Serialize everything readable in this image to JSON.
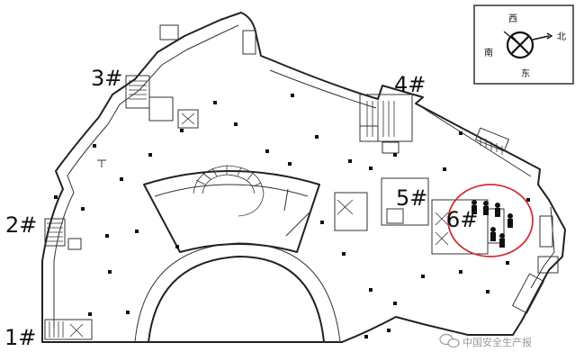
{
  "elevator_labels": [
    "1#",
    "2#",
    "3#",
    "4#",
    "5#",
    "6#"
  ],
  "compass": {
    "west": "西",
    "south": "南",
    "east": "东",
    "north": "北"
  },
  "watermark": "中国安全生产报",
  "colors": {
    "highlight": "#d03030",
    "line": "#222222",
    "watermark": "#9a9a9a"
  },
  "icons": [
    "compass-icon",
    "wechat-icon"
  ]
}
